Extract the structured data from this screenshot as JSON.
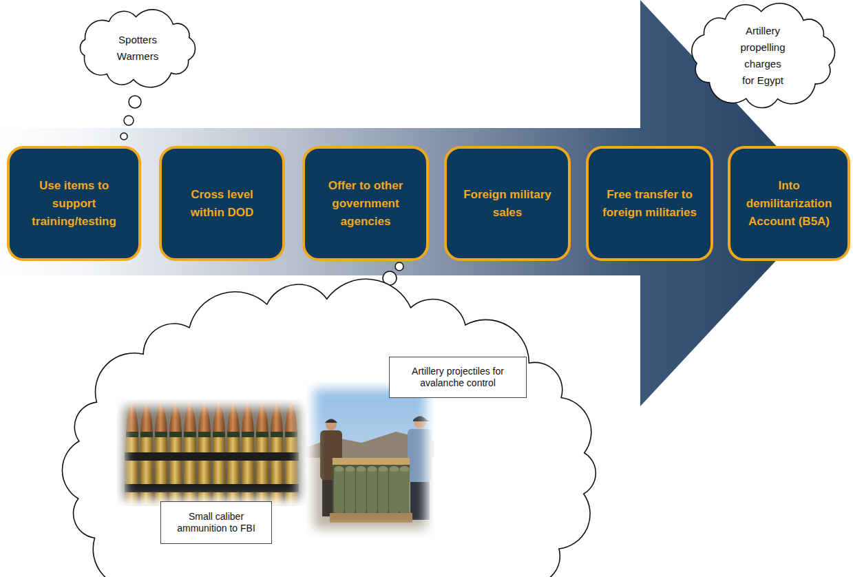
{
  "diagram": {
    "nodes": [
      {
        "text": [
          "Spotters",
          "Warmers"
        ]
      },
      {
        "text": [
          "Artillery propelling charges for Egypt"
        ]
      },
      {
        "text": [
          "Use items to support training/testing"
        ]
      },
      {
        "text": [
          "Cross level within DOD"
        ]
      },
      {
        "text": [
          "Offer to other government agencies"
        ]
      },
      {
        "text": [
          "Foreign military sales"
        ]
      },
      {
        "text": [
          "Free transfer to foreign militaries"
        ]
      },
      {
        "text": [
          "Into demilitarization Account (B5A)"
        ]
      },
      {
        "text": []
      },
      {
        "text": [
          "Artillery projectiles for avalanche control"
        ],
        "in": 8
      },
      {
        "text": [
          "Small caliber ammunition to FBI"
        ],
        "in": 8
      }
    ]
  }
}
